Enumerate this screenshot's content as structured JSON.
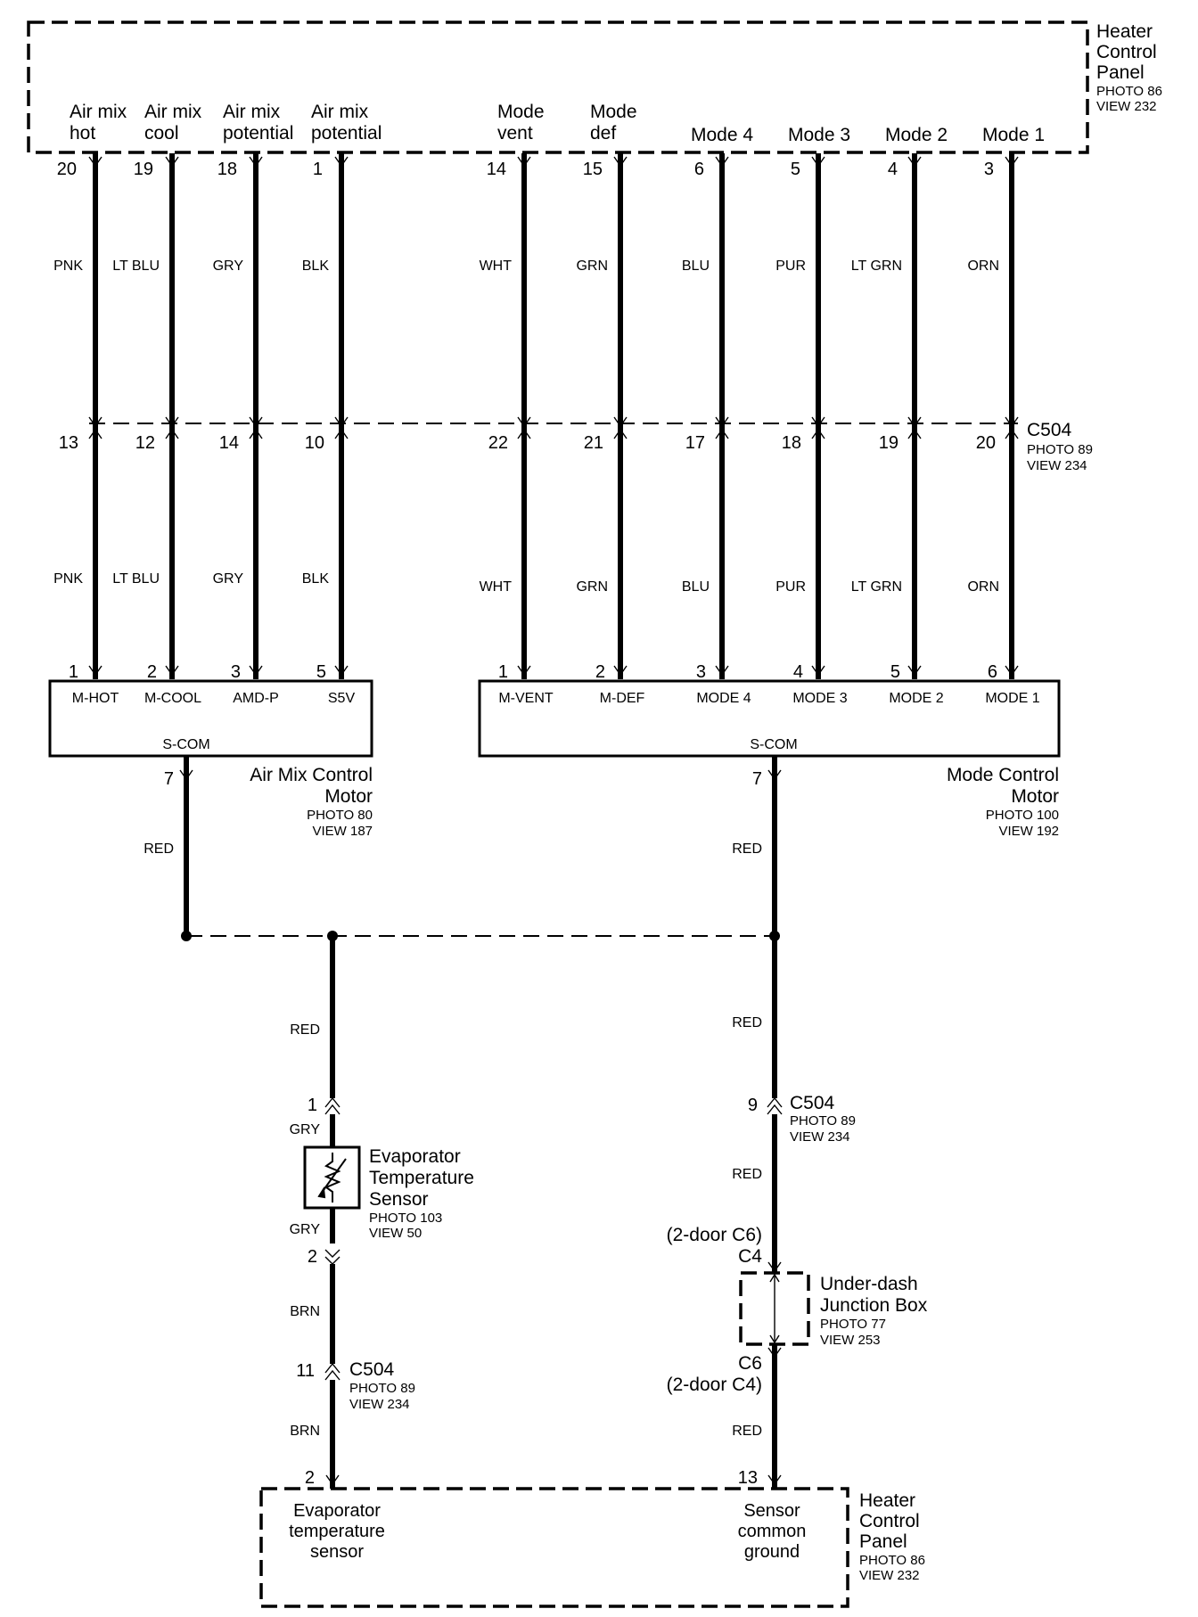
{
  "heater_panel_top": {
    "title_lines": [
      "Heater",
      "Control",
      "Panel"
    ],
    "photo": "PHOTO 86",
    "view": "VIEW 232"
  },
  "top_terminals": [
    {
      "name_lines": [
        "Air mix",
        "hot"
      ],
      "pin": "20",
      "color": "PNK"
    },
    {
      "name_lines": [
        "Air mix",
        "cool"
      ],
      "pin": "19",
      "color": "LT BLU"
    },
    {
      "name_lines": [
        "Air mix",
        "potential"
      ],
      "pin": "18",
      "color": "GRY"
    },
    {
      "name_lines": [
        "Air mix",
        "potential"
      ],
      "pin": "1",
      "color": "BLK"
    },
    {
      "name_lines": [
        "Mode",
        "vent"
      ],
      "pin": "14",
      "color": "WHT"
    },
    {
      "name_lines": [
        "Mode",
        "def"
      ],
      "pin": "15",
      "color": "GRN"
    },
    {
      "name_lines": [
        "Mode 4"
      ],
      "pin": "6",
      "color": "BLU"
    },
    {
      "name_lines": [
        "Mode 3"
      ],
      "pin": "5",
      "color": "PUR"
    },
    {
      "name_lines": [
        "Mode 2"
      ],
      "pin": "4",
      "color": "LT GRN"
    },
    {
      "name_lines": [
        "Mode 1"
      ],
      "pin": "3",
      "color": "ORN"
    }
  ],
  "c504_top": {
    "name": "C504",
    "photo": "PHOTO 89",
    "view": "VIEW 234",
    "pins": [
      "13",
      "12",
      "14",
      "10",
      "22",
      "21",
      "17",
      "18",
      "19",
      "20"
    ],
    "colors": [
      "PNK",
      "LT BLU",
      "GRY",
      "BLK",
      "WHT",
      "GRN",
      "BLU",
      "PUR",
      "LT GRN",
      "ORN"
    ]
  },
  "air_mix_motor": {
    "title_lines": [
      "Air Mix Control",
      "Motor"
    ],
    "photo": "PHOTO 80",
    "view": "VIEW 187",
    "pins": [
      "1",
      "2",
      "3",
      "5"
    ],
    "terminals": [
      "M-HOT",
      "M-COOL",
      "AMD-P",
      "S5V"
    ],
    "common": "S-COM",
    "common_pin": "7",
    "common_color": "RED"
  },
  "mode_motor": {
    "title_lines": [
      "Mode Control",
      "Motor"
    ],
    "photo": "PHOTO 100",
    "view": "VIEW 192",
    "pins": [
      "1",
      "2",
      "3",
      "4",
      "5",
      "6"
    ],
    "terminals": [
      "M-VENT",
      "M-DEF",
      "MODE 4",
      "MODE 3",
      "MODE 2",
      "MODE 1"
    ],
    "common": "S-COM",
    "common_pin": "7",
    "common_color": "RED"
  },
  "ground_wires": {
    "left_color": "RED",
    "right_color": "RED",
    "below_c504_color": "RED",
    "below_junction_color": "RED"
  },
  "evap_sensor": {
    "title_lines": [
      "Evaporator",
      "Temperature",
      "Sensor"
    ],
    "photo": "PHOTO 103",
    "view": "VIEW 50",
    "pin_top": "1",
    "pin_bottom": "2",
    "lead_top_color": "GRY",
    "lead_bottom_color": "GRY",
    "wire_below_color": "BRN",
    "wire_below_c504_color": "BRN"
  },
  "c504_left": {
    "pin": "11",
    "name": "C504",
    "photo": "PHOTO 89",
    "view": "VIEW 234"
  },
  "c504_right": {
    "pin": "9",
    "name": "C504",
    "photo": "PHOTO 89",
    "view": "VIEW 234"
  },
  "junction_box": {
    "title_lines": [
      "Under-dash",
      "Junction Box"
    ],
    "photo": "PHOTO 77",
    "view": "VIEW 253",
    "top_note": "(2-door C6)",
    "top_conn": "C4",
    "bottom_conn": "C6",
    "bottom_note": "(2-door C4)"
  },
  "heater_panel_bottom": {
    "title_lines": [
      "Heater",
      "Control",
      "Panel"
    ],
    "photo": "PHOTO 86",
    "view": "VIEW 232",
    "left_pin": "2",
    "right_pin": "13",
    "left_function_lines": [
      "Evaporator",
      "temperature",
      "sensor"
    ],
    "right_function_lines": [
      "Sensor",
      "common",
      "ground"
    ]
  }
}
